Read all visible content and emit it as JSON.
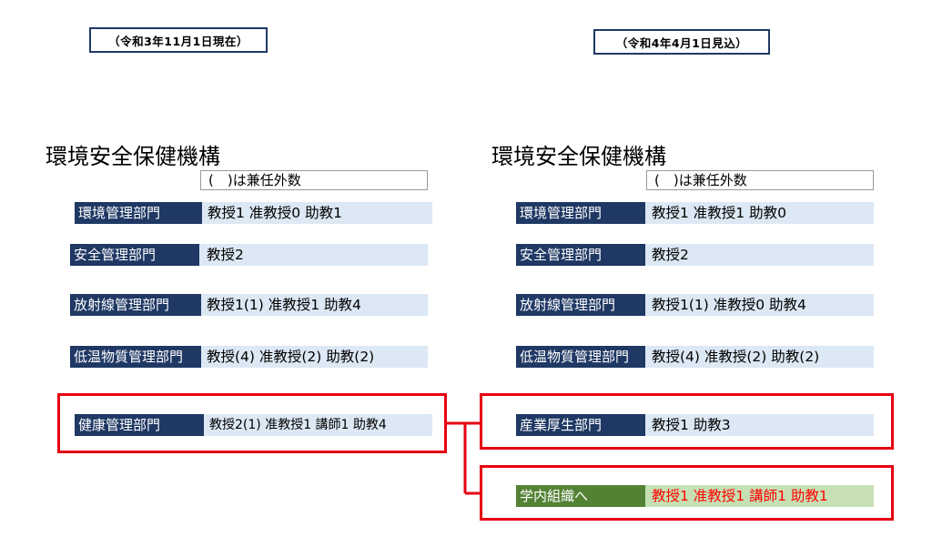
{
  "left": {
    "date": "（令和3年11月1日現在）",
    "title": "環境安全保健機構",
    "note": "(　)は兼任外数",
    "rows": [
      {
        "label": "環境管理部門",
        "value": "教授1  准教授0  助教1"
      },
      {
        "label": "安全管理部門",
        "value": "教授2"
      },
      {
        "label": "放射線管理部門",
        "value": "教授1(1)  准教授1  助教4"
      },
      {
        "label": "低温物質管理部門",
        "value": "教授(4)  准教授(2)  助教(2)"
      },
      {
        "label": "健康管理部門",
        "value": "教授2(1)  准教授1  講師1  助教4"
      }
    ]
  },
  "right": {
    "date": "（令和4年4月1日見込）",
    "title": "環境安全保健機構",
    "note": "(　)は兼任外数",
    "rows": [
      {
        "label": "環境管理部門",
        "value": "教授1  准教授1  助教0"
      },
      {
        "label": "安全管理部門",
        "value": "教授2"
      },
      {
        "label": "放射線管理部門",
        "value": "教授1(1)  准教授0  助教4"
      },
      {
        "label": "低温物質管理部門",
        "value": "教授(4)  准教授(2)  助教(2)"
      },
      {
        "label": "産業厚生部門",
        "value": "教授1  助教3"
      },
      {
        "label": "学内組織へ",
        "value": "教授1  准教授1  講師1  助教1"
      }
    ]
  },
  "colors": {
    "label_navy": "#1f3864",
    "row_light_blue": "#dce8f4",
    "label_green": "#548235",
    "row_light_green": "#c6e0b4",
    "highlight_red": "#e60012",
    "value_red": "#ff0000"
  }
}
